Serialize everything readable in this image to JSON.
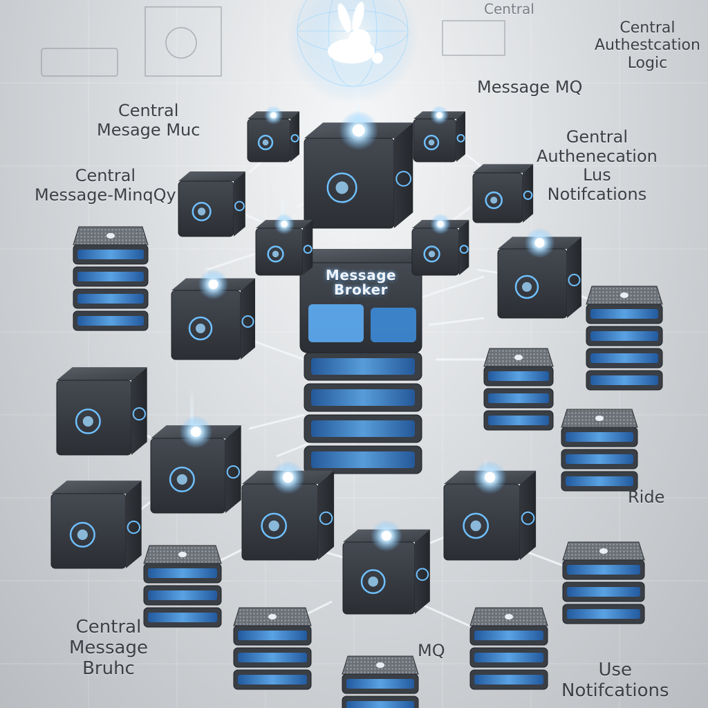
{
  "labels": {
    "top_center": "Central",
    "top_right": [
      "Central",
      "Authestcation",
      "Logic"
    ],
    "message_mq": "Message MQ",
    "top_left_title": [
      "Central",
      "Mesage Muc"
    ],
    "left_title": [
      "Central",
      "Message-MinqQy"
    ],
    "right_title": [
      "Gentral",
      "Authenecation",
      "Lus",
      "Notifcations"
    ],
    "broker": [
      "Message",
      "Broker"
    ],
    "ride": "Ride",
    "bottom_left": [
      "Central",
      "Message",
      "Bruhc"
    ],
    "bottom_mq": "MQ",
    "bottom_right": [
      "Use",
      "Notifcations"
    ]
  },
  "colors": {
    "accent_glow": "#9fd8ff",
    "panel_blue": "#3d8fe0",
    "cube_dark": "#3b3f45"
  },
  "icons": [
    "rabbit-icon"
  ]
}
